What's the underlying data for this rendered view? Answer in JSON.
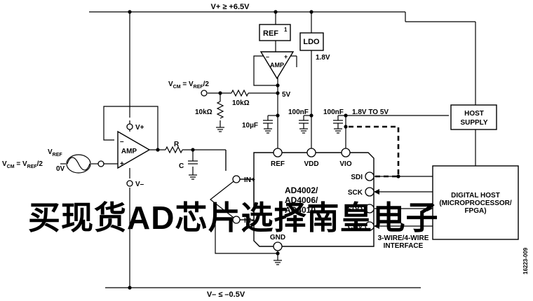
{
  "rails": {
    "top": "V+ ≥ +6.5V",
    "bottom": "V– ≤ –0.5V"
  },
  "ref_box": "REF",
  "ref_footnote": "1",
  "ldo_box": "LDO",
  "ldo_out": "1.8V",
  "amp_ref": "AMP",
  "vcm_ref": "V",
  "vcm_ref_sub1": "CM",
  "vcm_ref_mid": " = V",
  "vcm_ref_sub2": "REF",
  "vcm_ref_end": "/2",
  "r_top": "10kΩ",
  "r_left": "10kΩ",
  "five_v": "5V",
  "c_10u": "10µF",
  "c_100n_a": "100nF",
  "c_100n_b": "100nF",
  "vio_range": "1.8V TO 5V",
  "host_supply": [
    "HOST",
    "SUPPLY"
  ],
  "amp_drv": "AMP",
  "vplus": "V+",
  "vminus": "V–",
  "r_label": "R",
  "c_label": "C",
  "vref_in": "V",
  "vref_in_sub": "REF",
  "zero_v": "0V",
  "vcm_left": "V",
  "vcm_left_sub1": "CM",
  "vcm_left_mid": " = V",
  "vcm_left_sub2": "REF",
  "vcm_left_end": "/2",
  "adc_pins": {
    "ref": "REF",
    "vdd": "VDD",
    "vio": "VIO",
    "in_plus": "IN+",
    "in_minus": "IN–",
    "gnd": "GND",
    "sdi": "SDI",
    "sck": "SCK",
    "sdo": "SDO",
    "cnv": "CNV"
  },
  "adc_name": [
    "AD4002/",
    "AD4006/",
    "AD4010"
  ],
  "adc_footnote": "2",
  "interface": [
    "3-WIRE/4-WIRE",
    "INTERFACE"
  ],
  "digital_host": [
    "DIGITAL HOST",
    "(MICROPROCESSOR/",
    "FPGA)"
  ],
  "fig_id": "16223-009",
  "watermark": "买现货AD芯片选择南皇电子"
}
